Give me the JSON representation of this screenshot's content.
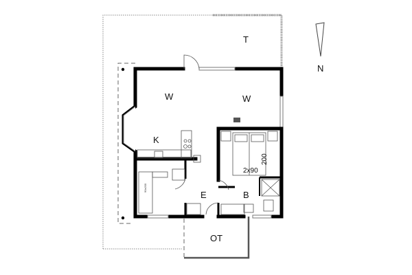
{
  "rooms": {
    "terrace": "T",
    "living_left": "W",
    "living_right": "W",
    "kitchen": "K",
    "entrance": "E",
    "bathroom": "B",
    "covered_terrace": "OT"
  },
  "bed": {
    "width": "2x90",
    "length": "200"
  },
  "bunk_bed": {
    "size": "90x200"
  },
  "compass": {
    "label": "N"
  },
  "colors": {
    "wall": "#000000",
    "line": "#777777",
    "background": "#ffffff"
  }
}
